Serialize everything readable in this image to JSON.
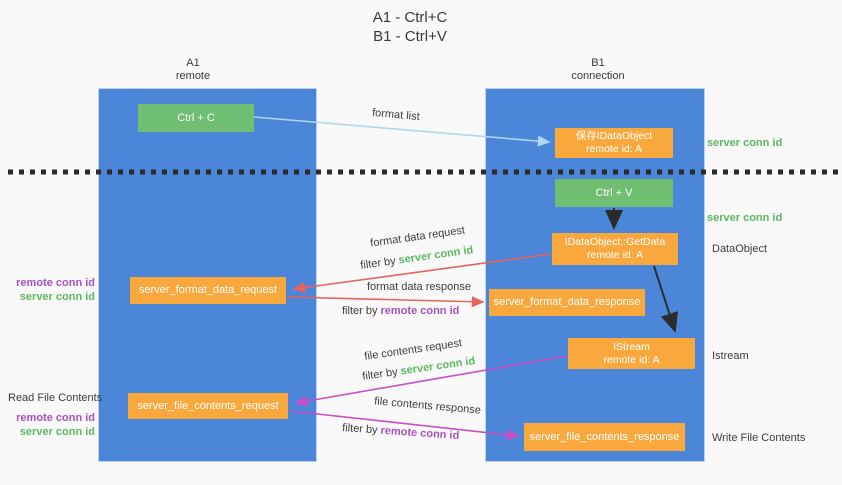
{
  "title": {
    "line1": "A1 - Ctrl+C",
    "line2": "B1 - Ctrl+V"
  },
  "lanes": {
    "left": {
      "name": "A1",
      "subtitle": "remote"
    },
    "right": {
      "name": "B1",
      "subtitle": "connection"
    }
  },
  "nodes": {
    "ctrl_c": {
      "label": "Ctrl + C"
    },
    "ctrl_v": {
      "label": "Ctrl + V"
    },
    "save_dataobject": {
      "line1": "保存IDataObject",
      "line2": "remote id: A"
    },
    "getdata": {
      "line1": "IDataObject::GetData",
      "line2": "remote id: A"
    },
    "istream": {
      "line1": "IStream",
      "line2": "remote id: A"
    },
    "server_format_data_request": {
      "label": "server_format_data_request"
    },
    "server_format_data_response": {
      "label": "server_format_data_response"
    },
    "server_file_contents_request": {
      "label": "server_file_contents_request"
    },
    "server_file_contents_response": {
      "label": "server_file_contents_response"
    }
  },
  "annotations": {
    "server_conn_id_top": "server conn id",
    "server_conn_id_mid": "server conn id",
    "dataobject": "DataObject",
    "istream": "Istream",
    "write_file_contents": "Write File Contents",
    "read_file_contents": "Read File Contents",
    "remote_conn_id_format": "remote conn id",
    "server_conn_id_format": "server conn id",
    "remote_conn_id_file": "remote conn id",
    "server_conn_id_file": "server conn id"
  },
  "edges": {
    "format_list": "format list",
    "format_data_request": "format data request",
    "format_data_response": "format data response",
    "file_contents_request": "file contents request",
    "file_contents_response": "file contents response",
    "filter_by": "filter by ",
    "server_conn_id": "server conn id",
    "remote_conn_id": "remote conn id"
  },
  "colors": {
    "lane_blue": "#4c86d8",
    "node_green": "#6fbe71",
    "node_orange": "#f8a83d",
    "text_green": "#5cb860",
    "text_purple": "#ab4fc1",
    "arrow_red": "#e8635c",
    "arrow_magenta": "#c94fc4",
    "arrow_blue": "#aed6f2",
    "arrow_black": "#2b2b2b"
  }
}
